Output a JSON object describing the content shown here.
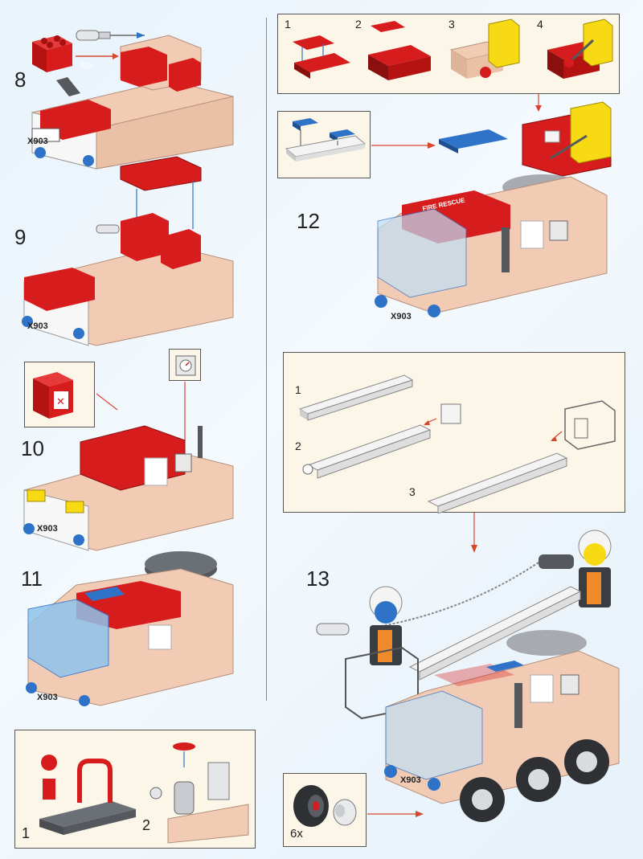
{
  "steps": {
    "s8": "8",
    "s9": "9",
    "s10": "10",
    "s11": "11",
    "s12": "12",
    "s13": "13"
  },
  "substeps": {
    "top_right": [
      "1",
      "2",
      "3",
      "4"
    ],
    "ladder": [
      "1",
      "2",
      "3"
    ],
    "bottom_left": [
      "1",
      "2"
    ]
  },
  "quantity": "6x",
  "truck_plate": "X903",
  "truck_number": "903",
  "cab_decal": "FIRE RESCUE",
  "colors": {
    "red": "#d61c1c",
    "tan": "#f2cbb5",
    "white": "#f4f4f4",
    "gray": "#a7aab0",
    "dark_gray": "#55595e",
    "blue": "#2f73c9",
    "trans_blue": "#8fc3ec",
    "yellow": "#f7d914",
    "arrow": "#d8462f",
    "callout_bg": "#fbf6e7"
  }
}
